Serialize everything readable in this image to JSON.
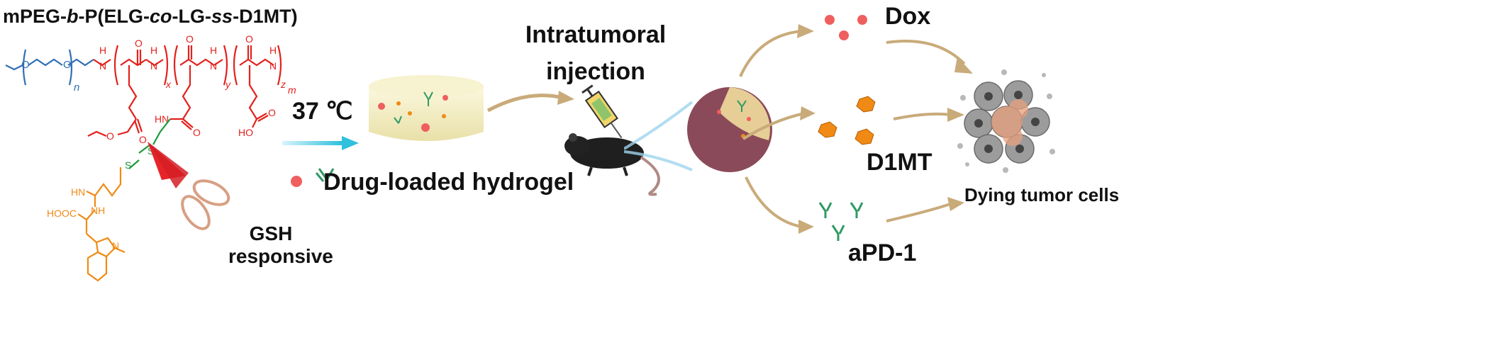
{
  "polymer": {
    "title_parts": [
      "mPEG-",
      "b",
      "-P(ELG-",
      "co",
      "-LG-",
      "ss",
      "-D1MT)"
    ],
    "atoms": {
      "o1": "O",
      "o2": "O",
      "n_sub": "n",
      "nh1": "H",
      "nh1b": "N",
      "nh2": "H",
      "nh2b": "N",
      "nh3": "H",
      "nh3b": "N",
      "nh4": "H",
      "nh4b": "N",
      "x_sub": "x",
      "y_sub": "y",
      "z_sub": "z",
      "m_sub": "m",
      "o_c1": "O",
      "o_c2": "O",
      "o_c3": "O",
      "ester_o1": "O",
      "ester_o2": "O",
      "amide_hn": "HN",
      "amide_o": "O",
      "cooh": "HO",
      "cooh_o": "O",
      "s1": "S",
      "s2": "S",
      "hn_imine": "HN",
      "nh_imine": "NH",
      "hooc": "HOOC",
      "indole_n": "N"
    }
  },
  "labels": {
    "gsh_line1": "GSH",
    "gsh_line2": "responsive",
    "temperature": "37 ℃",
    "hydrogel": "Drug-loaded hydrogel",
    "injection_line1": "Intratumoral",
    "injection_line2": "injection",
    "dox": "Dox",
    "d1mt": "D1MT",
    "apd1": "aPD-1",
    "dying": "Dying tumor cells"
  },
  "colors": {
    "peg": "#2f6fb3",
    "polypeptide": "#e3211c",
    "disulfide": "#1a9a3a",
    "d1mt": "#f08a14",
    "dox": "#ef5f5f",
    "antibody": "#2e9a63",
    "arrow": "#c9ab7a",
    "gel": "#f4efc6",
    "text": "#111111"
  },
  "icons": [
    "scissors-icon",
    "syringe-icon",
    "mouse-icon",
    "tumor-icon",
    "cell-cluster-icon",
    "dox-particle-icon",
    "d1mt-particle-icon",
    "antibody-icon"
  ]
}
